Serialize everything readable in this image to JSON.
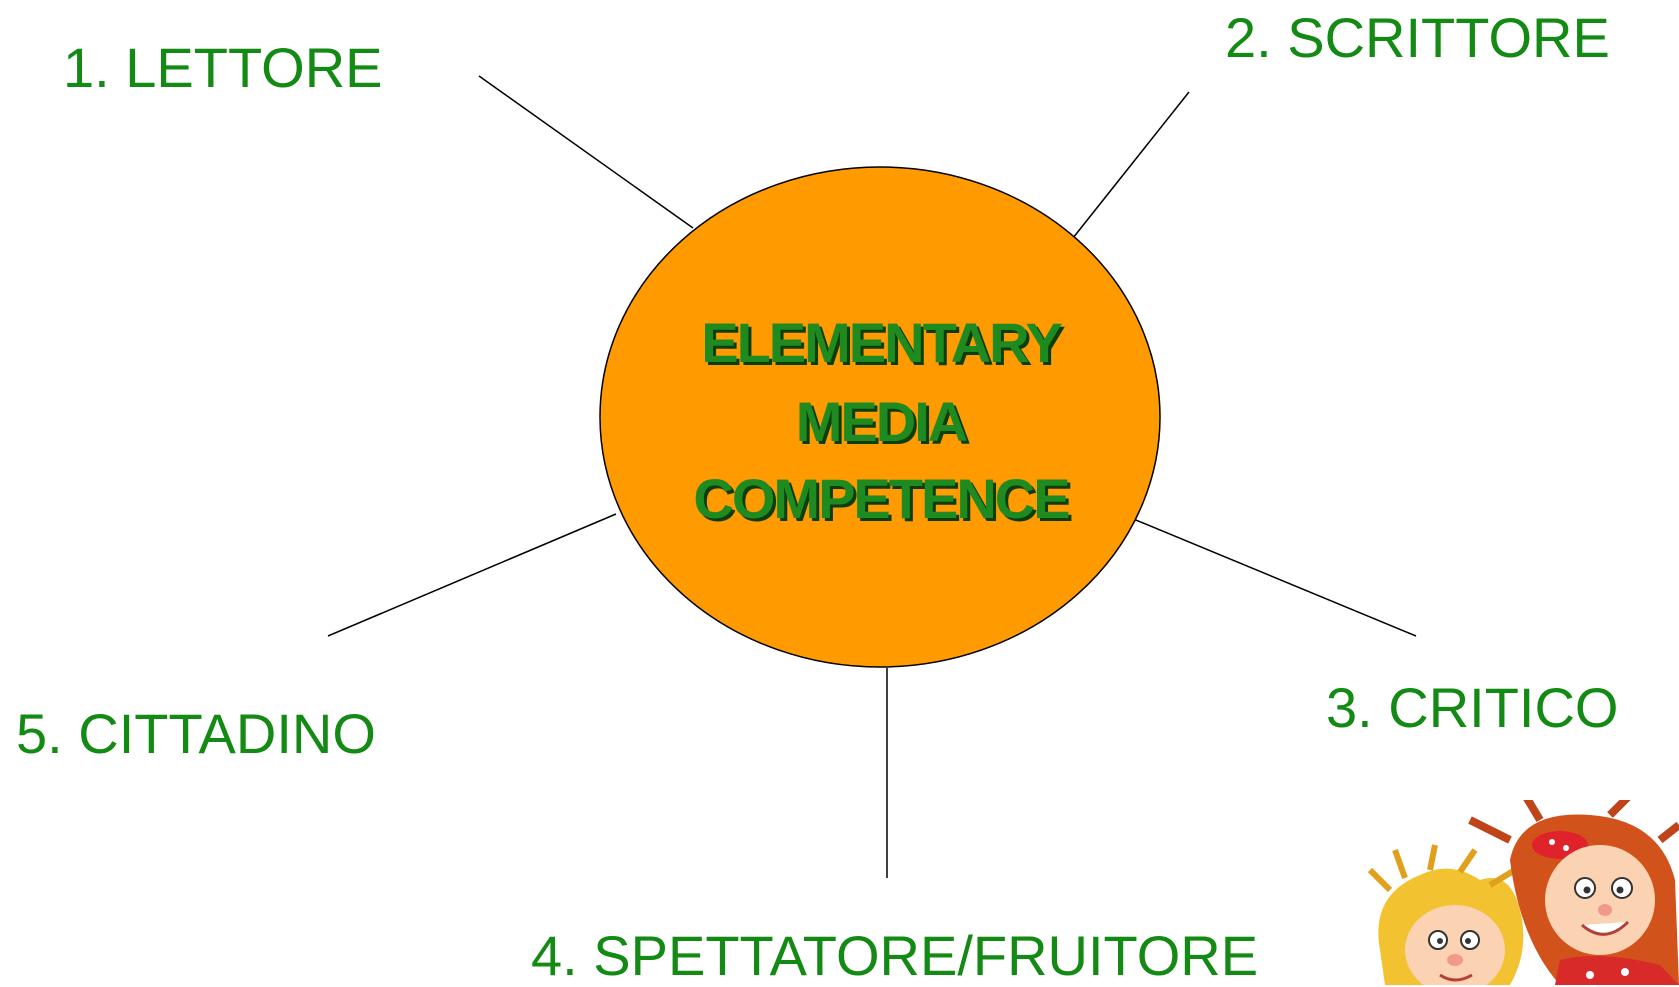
{
  "center": {
    "lines": [
      "ELEMENTARY",
      "MEDIA",
      "COMPETENCE"
    ],
    "fill_color": "#ff9a00",
    "text_color": "#1f8a1f"
  },
  "nodes": {
    "lettore": "1. LETTORE",
    "scrittore": "2. SCRITTORE",
    "critico": "3. CRITICO",
    "spettatore": "4. SPETTATORE/FRUITORE",
    "cittadino": "5. CITTADINO"
  },
  "label_color": "#138a13",
  "illustration": "cartoon-children-illustration"
}
